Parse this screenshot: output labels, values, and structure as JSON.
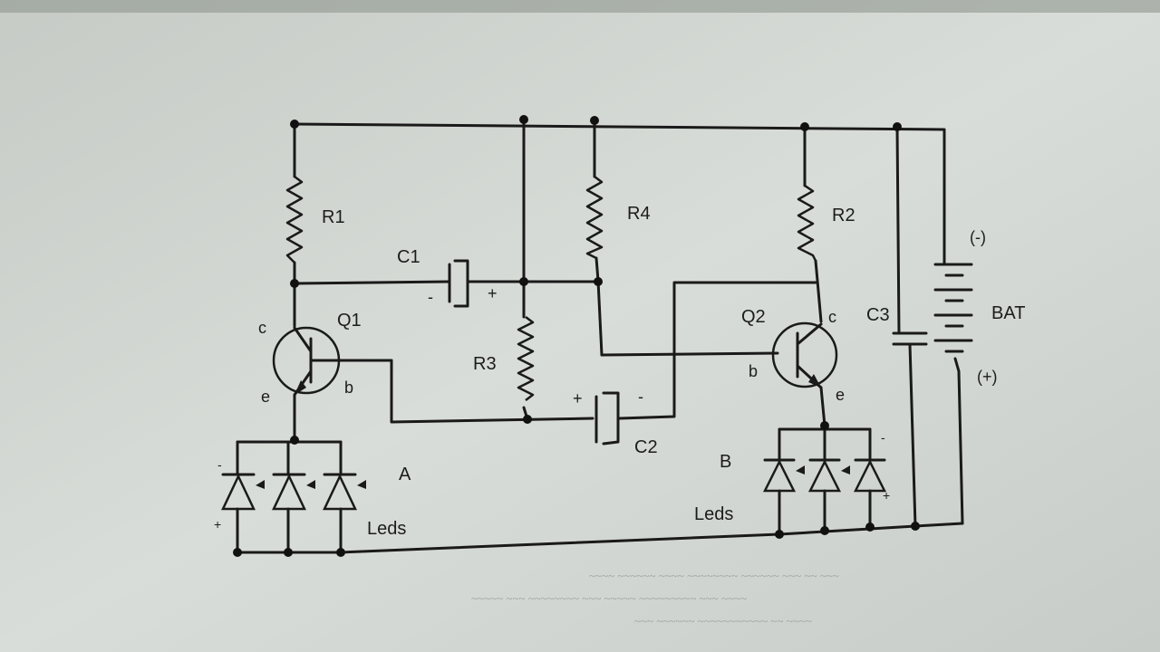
{
  "diagram": {
    "components": {
      "R1": "R1",
      "R2": "R2",
      "R3": "R3",
      "R4": "R4",
      "C1": "C1",
      "C2": "C2",
      "C3": "C3",
      "Q1": "Q1",
      "Q2": "Q2",
      "BAT": "BAT"
    },
    "pins": {
      "c": "c",
      "b": "b",
      "e": "e"
    },
    "polarity": {
      "plus": "+",
      "minus": "-",
      "bat_plus": "(+)",
      "bat_minus": "(-)"
    },
    "groups": {
      "A": "A",
      "B": "B",
      "leds": "Leds"
    }
  }
}
